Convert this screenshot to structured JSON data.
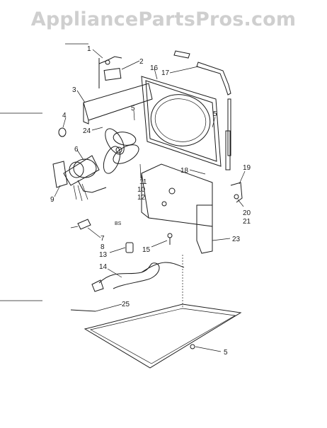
{
  "watermark": "AppliancePartsPros.com",
  "stamp": "BS",
  "callouts": [
    "1",
    "2",
    "3",
    "4",
    "24",
    "5",
    "16",
    "17",
    "5",
    "6",
    "11",
    "10",
    "12",
    "9",
    "18",
    "19",
    "20",
    "21",
    "7",
    "8",
    "13",
    "15",
    "23",
    "14",
    "25",
    "5"
  ]
}
